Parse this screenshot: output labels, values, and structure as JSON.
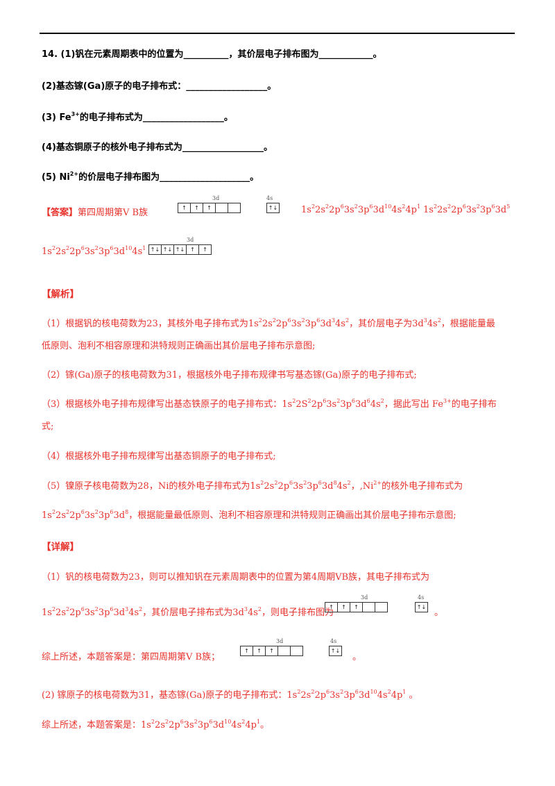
{
  "question": {
    "q1": {
      "pre": "14. (1)钒在元素周期表中的位置为",
      "mid": "，其价层电子排布图为",
      "end": "。"
    },
    "q2": {
      "pre": "(2)基态镓(Ga)原子的电子排布式：",
      "end": "。"
    },
    "q3": {
      "pre": "(3) Fe",
      "sup": "3+",
      "post": "的电子排布式为",
      "end": "。"
    },
    "q4": {
      "pre": "(4)基态铜原子的核外电子排布式为",
      "end": "。"
    },
    "q5": {
      "pre": "(5) Ni",
      "sup": "2+",
      "post": "的价层电子排布图为",
      "end": "。"
    },
    "blank1": "__________",
    "blank2": "____________",
    "blank3": "__________________",
    "blank4": "__________________",
    "blank5": "__________________",
    "blank6": "____________________"
  },
  "answer": {
    "label": "【答案】",
    "a1": "第四周期第Ⅴ B族",
    "a3_html": "1s<sup>2</sup>2s<sup>2</sup>2p<sup>6</sup>3s<sup>2</sup>3p<sup>6</sup>3d<sup>10</sup>4s<sup>2</sup>4p<sup>1</sup>",
    "a4_html": "1s<sup>2</sup>2s<sup>2</sup>2p<sup>6</sup>3s<sup>2</sup>3p<sup>6</sup>3d<sup>5</sup>",
    "a5_html": "1s<sup>2</sup>2s<sup>2</sup>2p<sup>6</sup>3s<sup>2</sup>3p<sup>6</sup>3d<sup>10</sup>4s<sup>1</sup>"
  },
  "analysis": {
    "heading": "【解析】",
    "p1a_html": "（1）根据钒的核电荷数为23，其核外电子排布式为1s<sup>2</sup>2s<sup>2</sup>2p<sup>6</sup>3s<sup>2</sup>3p<sup>6</sup>3d<sup>3</sup>4s<sup>2</sup>，其价层电子为3d<sup>3</sup>4s<sup>2</sup>，根据能量最",
    "p1b": "低原则、泡利不相容原理和洪特规则正确画出其价层电子排布示意图;",
    "p2": "（2）镓(Ga)原子的核电荷数为31，根据核外电子排布规律书写基态镓(Ga)原子的电子排布式;",
    "p3a_html": "（3）根据核外电子排布规律写出基态铁原子的电子排布式：1s<sup>2</sup>2S<sup>2</sup>2p<sup>6</sup>3s<sup>2</sup>3p<sup>6</sup>3d<sup>6</sup>4s<sup>2</sup>，据此写出 Fe<sup>3+</sup>的电子排布",
    "p3b": "式;",
    "p4": "（4）根据核外电子排布规律写出基态铜原子的电子排布式;",
    "p5a_html": "（5）镍原子核电荷数为28，Ni的核外电子排布式为1s<sup>2</sup>2s<sup>2</sup>2p<sup>6</sup>3s<sup>2</sup>3p<sup>6</sup>3d<sup>8</sup>4s<sup>2</sup>，,Ni<sup>2+</sup>的核外电子排布式为",
    "p5b_html": "1s<sup>2</sup>2s<sup>2</sup>2p<sup>6</sup>3s<sup>2</sup>3p<sup>6</sup>3d<sup>8</sup>，根据能量最低原则、泡利不相容原理和洪特规则正确画出其价层电子排布示意图;"
  },
  "detail": {
    "heading": "【详解】",
    "d1a": "（1）钒的核电荷数为23，则可以推知钒在元素周期表中的位置为第4周期VB族，其电子排布式为",
    "d1b_html": "1s<sup>2</sup>2s<sup>2</sup>2p<sup>6</sup>3s<sup>2</sup>3p<sup>6</sup>3d<sup>3</sup>4s<sup>2</sup>，其价层电子排布式为3d<sup>3</sup>4s<sup>2</sup>，则电子排布图为",
    "d1b_end": "。",
    "d1c": "综上所述，本题答案是：第四周期第Ⅴ B族；",
    "d1c_end": "。",
    "d2a_html": "(2) 镓原子的核电荷数为31，基态镓(Ga)原子的电子排布式：1s<sup>2</sup>2s<sup>2</sup>2p<sup>6</sup>3s<sup>2</sup>3p<sup>6</sup>3d<sup>10</sup>4s<sup>2</sup>4p<sup>1</sup> 。",
    "d2b_html": "综上所述，本题答案是：1s<sup>2</sup>2s<sup>2</sup>2p<sup>6</sup>3s<sup>2</sup>3p<sup>6</sup>3d<sup>10</sup>4s<sup>2</sup>4p<sup>1</sup>。"
  },
  "orbitals": {
    "label_3d": "3d",
    "label_4s": "4s",
    "v_3d": [
      "↑",
      "↑",
      "↑",
      "",
      ""
    ],
    "v_4s": "↑↓",
    "ni_3d": [
      "↑↓",
      "↑↓",
      "↑↓",
      "↑",
      "↑"
    ]
  }
}
